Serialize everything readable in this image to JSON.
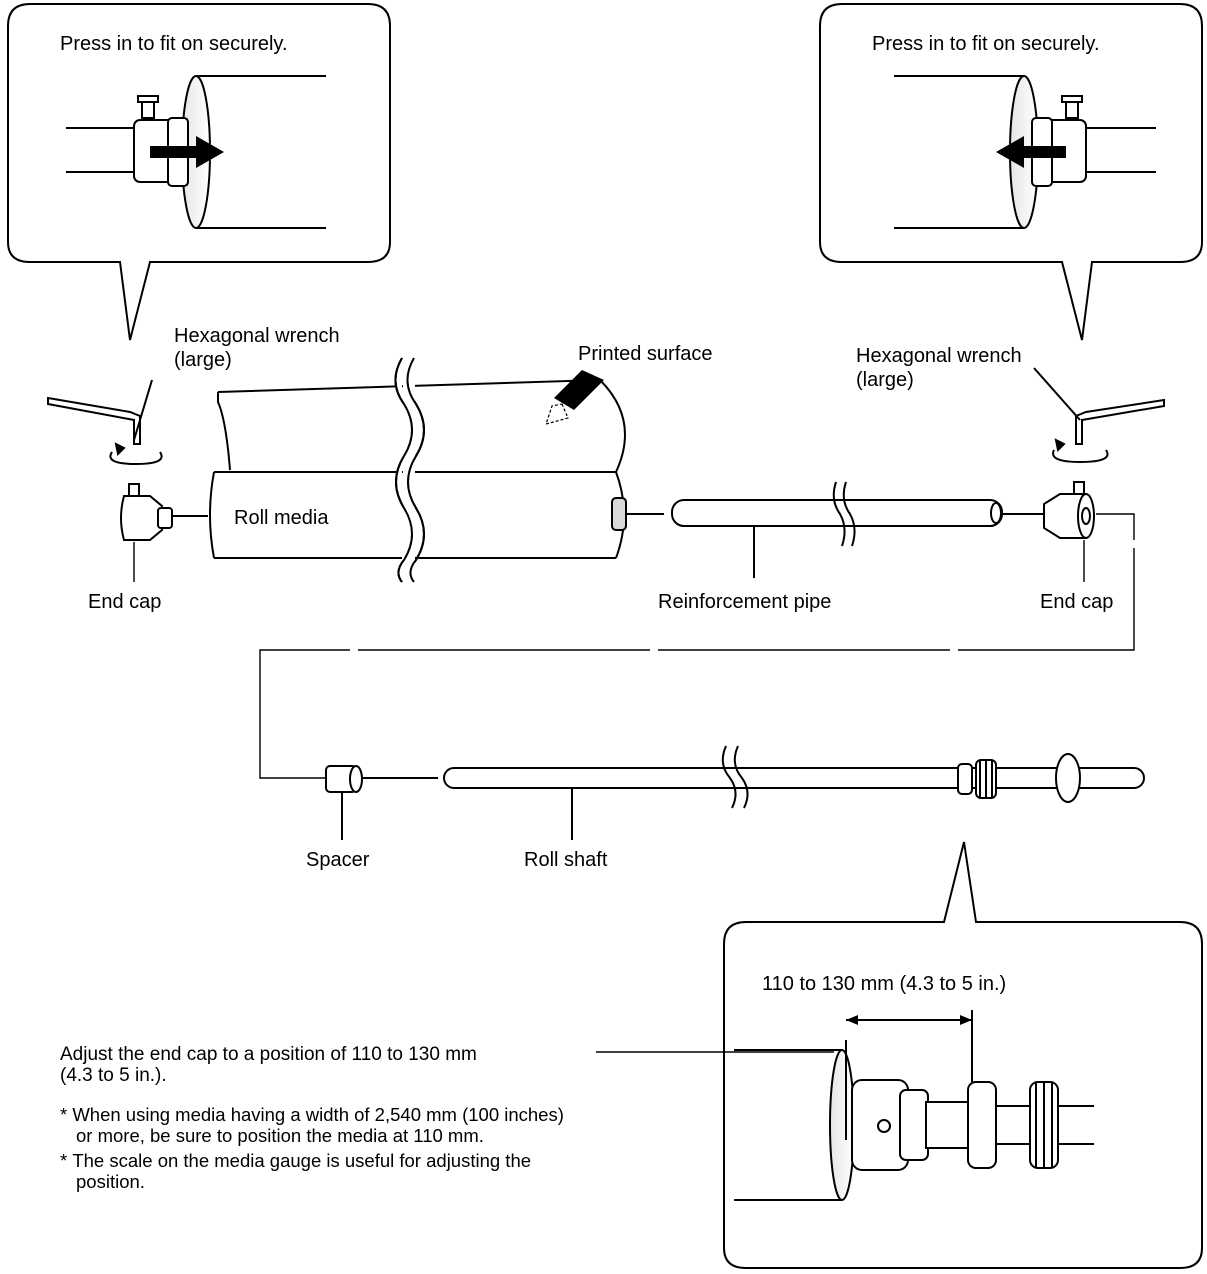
{
  "callouts": {
    "top_left_instruction": "Press in to fit on securely.",
    "top_right_instruction": "Press in to fit on securely.",
    "bottom_measure": "110 to 130 mm (4.3 to 5 in.)"
  },
  "labels": {
    "hex_wrench_left_line1": "Hexagonal wrench",
    "hex_wrench_left_line2": "(large)",
    "hex_wrench_right_line1": "Hexagonal wrench",
    "hex_wrench_right_line2": "(large)",
    "printed_surface": "Printed surface",
    "roll_media": "Roll media",
    "end_cap_left": "End cap",
    "end_cap_right": "End cap",
    "reinforcement_pipe": "Reinforcement pipe",
    "spacer": "Spacer",
    "roll_shaft": "Roll shaft"
  },
  "notes": {
    "adjust_line1": "Adjust the end cap to a position of 110 to 130 mm",
    "adjust_line2": "(4.3 to 5 in.).",
    "footnote1_marker": "*",
    "footnote1": "When using media having a width of 2,540 mm (100 inches) or more, be sure to position the media at 110 mm.",
    "footnote2_marker": "*",
    "footnote2": "The scale on the media gauge is useful for adjusting the position."
  },
  "colors": {
    "line": "#000000",
    "background": "#ffffff",
    "shade": "#d9d9d9"
  }
}
